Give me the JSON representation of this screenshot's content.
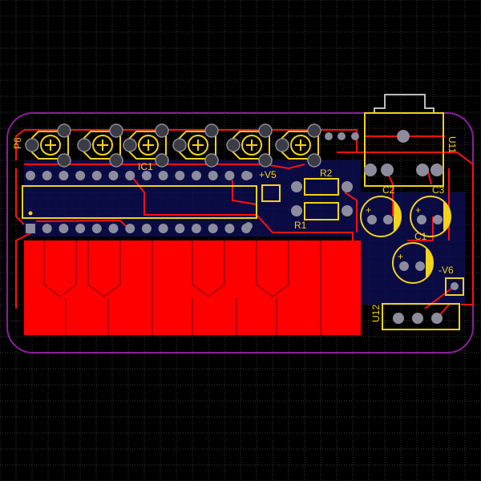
{
  "colors": {
    "background": "#000000",
    "grid": "#3a3a3a",
    "board_outline": "#8a1f9a",
    "top_copper": "#ff0000",
    "bottom_copper": "#1a1a8a",
    "silkscreen": "#f2d21a",
    "pad": "#8c8c9c"
  },
  "labels": {
    "p6": "P6",
    "ic1": "IC1",
    "v5": "+V5",
    "r2": "R2",
    "r1": "R1",
    "c2": "C2",
    "c3": "C3",
    "c1": "C1",
    "v6": "-V6",
    "u11": "U11",
    "u12": "U12"
  },
  "capacitor_polarity_mark": "+"
}
